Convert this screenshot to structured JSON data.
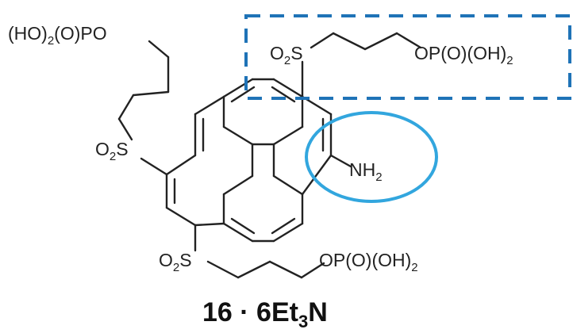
{
  "colors": {
    "bond": "#222222",
    "highlight": "#1f73b7",
    "circle": "#32a6de"
  },
  "labels": {
    "top_left_group": {
      "a": "(HO)",
      "a_sub": "2",
      "b": "(O)PO"
    },
    "top_right_so2": {
      "a": "O",
      "a_sub": "2",
      "b": "S"
    },
    "top_right_phosphate": {
      "a": "OP(O)(OH)",
      "a_sub": "2"
    },
    "left_so2": {
      "a": "O",
      "a_sub": "2",
      "b": "S"
    },
    "amine": {
      "a": "NH",
      "a_sub": "2"
    },
    "bottom_so2": {
      "a": "O",
      "a_sub": "2",
      "b": "S"
    },
    "bottom_phosphate": {
      "a": "OP(O)(OH)",
      "a_sub": "2"
    }
  },
  "caption": {
    "a": "16 · 6Et",
    "a_sub": "3",
    "b": "N"
  }
}
